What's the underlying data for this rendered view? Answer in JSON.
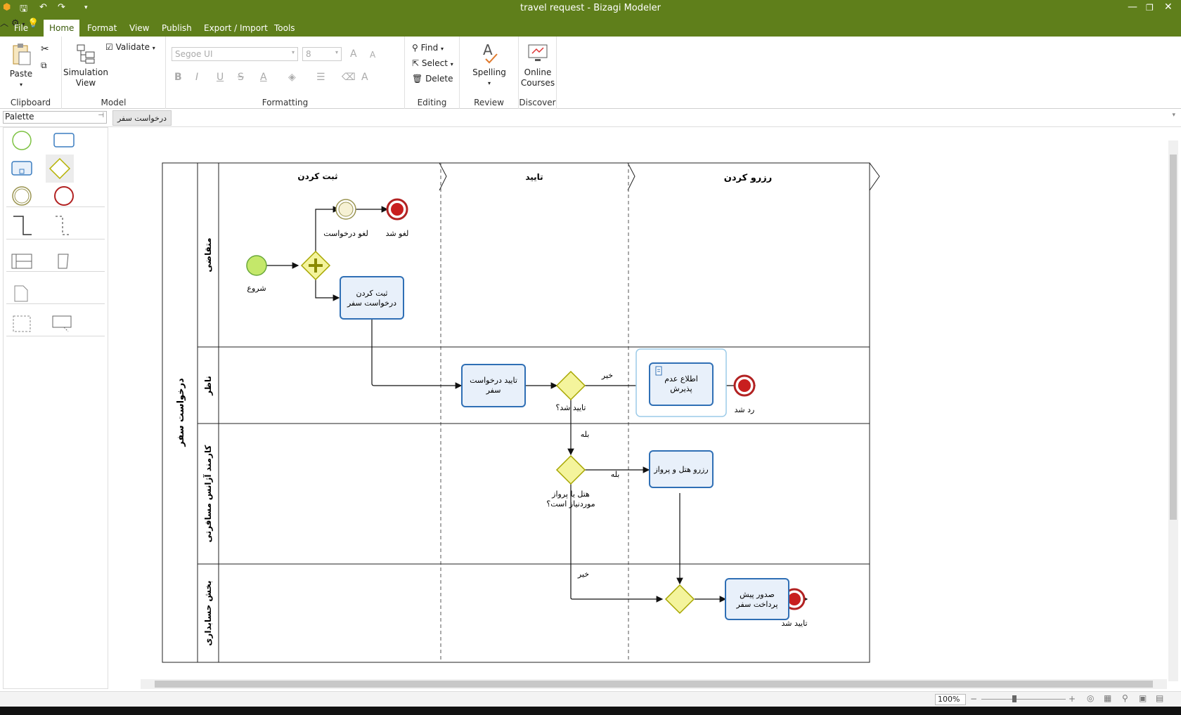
{
  "window": {
    "title": "travel request - Bizagi Modeler"
  },
  "ribbon_tabs": [
    "File",
    "Home",
    "Format",
    "View",
    "Publish",
    "Export / Import",
    "Tools"
  ],
  "clipboard": {
    "paste": "Paste",
    "label": "Clipboard"
  },
  "model": {
    "simulation_line1": "Simulation",
    "simulation_line2": "View",
    "validate": "Validate",
    "label": "Model"
  },
  "formatting": {
    "font": "Segoe UI",
    "size": "8",
    "label": "Formatting"
  },
  "editing": {
    "find": "Find",
    "select": "Select",
    "delete": "Delete",
    "label": "Editing"
  },
  "review": {
    "spelling": "Spelling",
    "label": "Review"
  },
  "discover": {
    "line1": "Online",
    "line2": "Courses",
    "label": "Discover"
  },
  "palette": {
    "title": "Palette"
  },
  "document_tab": "درخواست سفر",
  "zoom": "100%",
  "diagram": {
    "pool": "درخواست سفر",
    "phases": [
      "ثبت کردن",
      "تایید",
      "رزرو کردن"
    ],
    "lanes": [
      "متقاضی",
      "ناظر",
      "کارمند آژانس مسافرتی",
      "بخش حسابداری"
    ],
    "events": {
      "start": "شروع",
      "cancel_request": "لغو درخواست",
      "cancelled": "لغو شد",
      "rejected": "رد شد",
      "approved": "تایید شد"
    },
    "tasks": {
      "register_l1": "ثبت کردن",
      "register_l2": "درخواست سفر",
      "approve_l1": "تایید درخواست",
      "approve_l2": "سفر",
      "reject_l1": "اطلاع عدم",
      "reject_l2": "پذیرش",
      "book": "رزرو هتل و پرواز",
      "prepay_l1": "صدور پیش",
      "prepay_l2": "پرداخت سفر"
    },
    "gateways": {
      "approved_q": "تایید شد؟",
      "needed_l1": "هتل یا پرواز",
      "needed_l2": "موردنیاز است؟"
    },
    "flow_labels": {
      "no1": "خیر",
      "yes1": "بله",
      "yes2": "بله",
      "no2": "خیر"
    }
  }
}
